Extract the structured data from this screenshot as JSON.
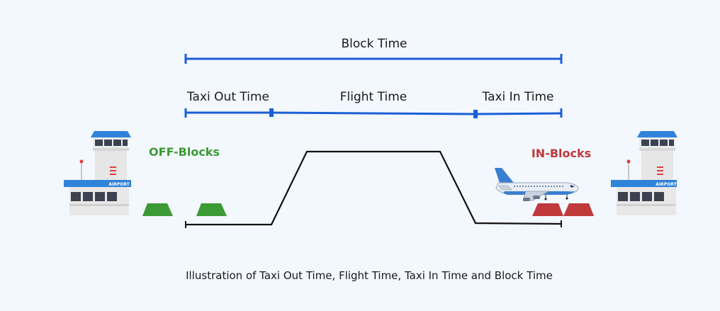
{
  "labels": {
    "block_time": "Block Time",
    "taxi_out_time": "Taxi Out Time",
    "flight_time": "Flight Time",
    "taxi_in_time": "Taxi In Time",
    "off_blocks": "OFF-Blocks",
    "in_blocks": "IN-Blocks",
    "airport_sign_left": "AIRPORT",
    "airport_sign_right": "AIRPORT"
  },
  "caption": "Illustration of Taxi Out Time, Flight Time, Taxi In Time and Block Time",
  "colors": {
    "background": "#f3f7fe",
    "timeline_blue": "#1b5fd6",
    "off_blocks_green": "#3c9a35",
    "in_blocks_red": "#c0393b",
    "text_dark": "#1a1a1a",
    "path_black": "#111111"
  },
  "icons": {
    "left_building": "airport-tower-icon",
    "right_building": "airport-tower-icon",
    "aircraft": "airplane-icon",
    "chocks_green": "wheel-chock-icon",
    "chocks_red": "wheel-chock-icon"
  }
}
